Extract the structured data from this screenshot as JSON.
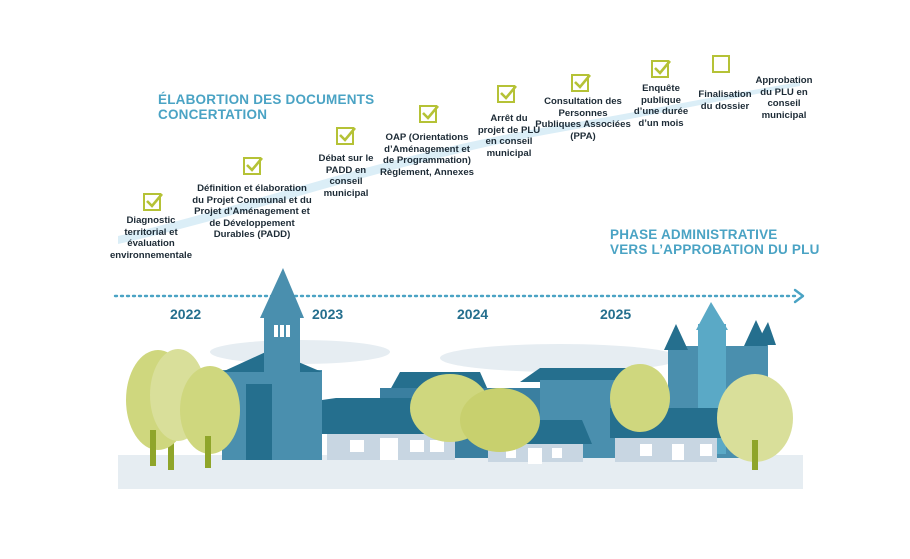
{
  "phases": {
    "elaboration": "ÉLABORTION DES DOCUMENTS\nCONCERTATION",
    "administrative": "PHASE ADMINISTRATIVE\nVERS L’APPROBATION DU PLU"
  },
  "steps": [
    {
      "label": "Diagnostic\nterritorial et\névaluation\nenvironnementale",
      "checked": true
    },
    {
      "label": "Définition et élaboration\ndu Projet Communal et du\nProjet d’Aménagement et\nde Développement\nDurables (PADD)",
      "checked": true
    },
    {
      "label": "Débat sur le\nPADD en\nconseil\nmunicipal",
      "checked": true
    },
    {
      "label": "OAP (Orientations\nd’Aménagement et\nde Programmation)\nRèglement, Annexes",
      "checked": true
    },
    {
      "label": "Arrêt du\nprojet de PLU\nen conseil\nmunicipal",
      "checked": true
    },
    {
      "label": "Consultation des\nPersonnes\nPubliques Associées\n(PPA)",
      "checked": true
    },
    {
      "label": "Enquête\npublique\nd’une durée\nd’un mois",
      "checked": true
    },
    {
      "label": "Finalisation\ndu dossier",
      "checked": false
    },
    {
      "label": "Approbation\ndu PLU en\nconseil\nmunicipal",
      "checked": false
    }
  ],
  "years": [
    "2022",
    "2023",
    "2024",
    "2025"
  ],
  "colors": {
    "title_blue": "#4aa3c4",
    "check_green": "#b5c236",
    "path_blue": "#dbeef7",
    "dark_teal": "#256f8e"
  }
}
